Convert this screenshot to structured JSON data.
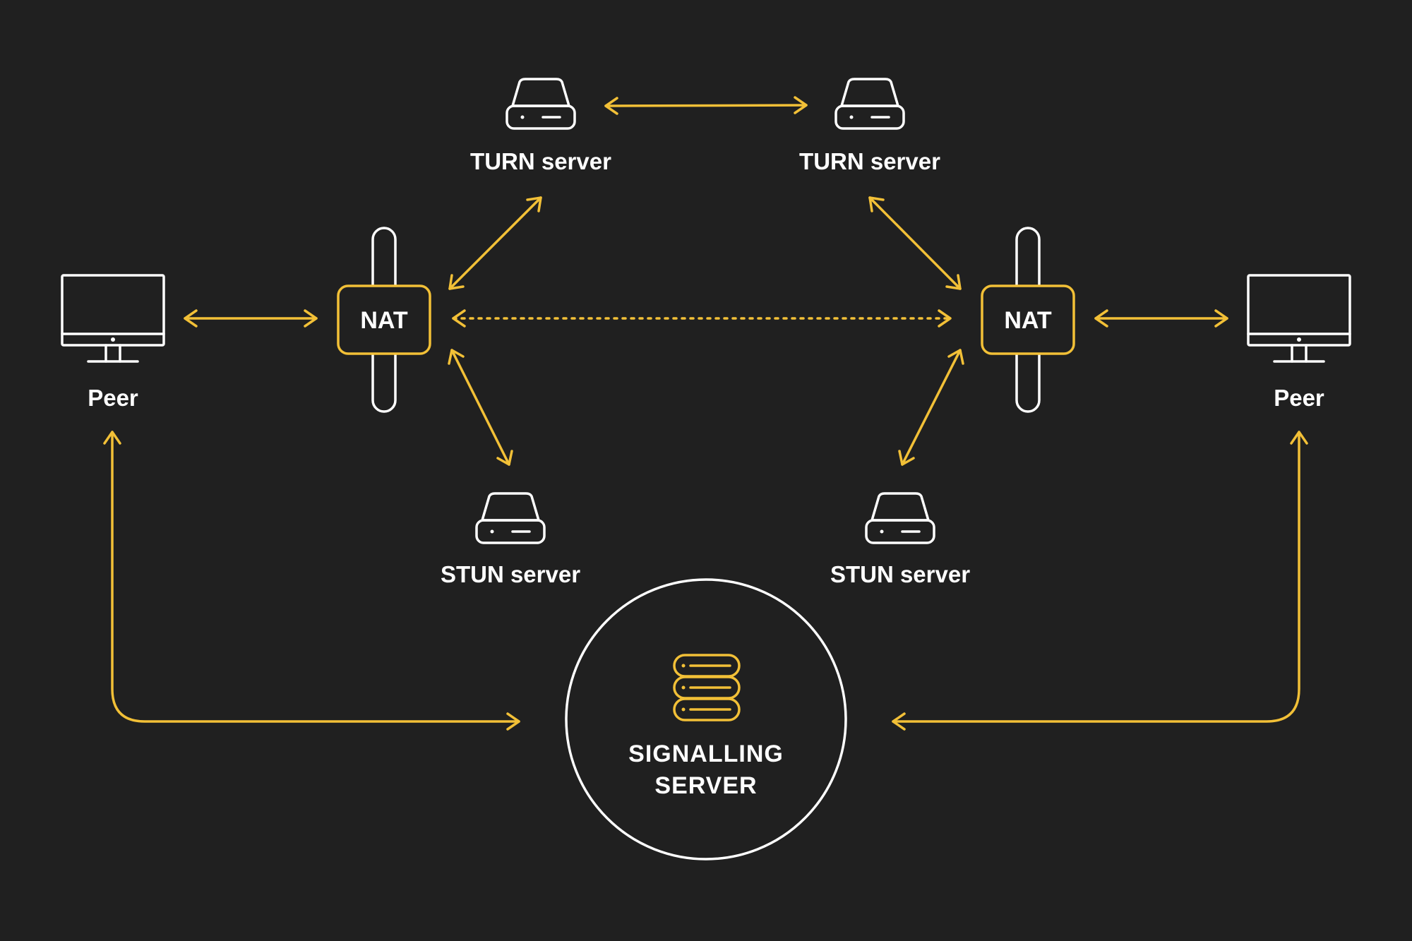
{
  "colors": {
    "background": "#202020",
    "accent": "#f2c037",
    "line": "#ffffff"
  },
  "nodes": {
    "turn_left": {
      "label": "TURN server",
      "icon": "server-drive-icon"
    },
    "turn_right": {
      "label": "TURN server",
      "icon": "server-drive-icon"
    },
    "stun_left": {
      "label": "STUN server",
      "icon": "server-drive-icon"
    },
    "stun_right": {
      "label": "STUN server",
      "icon": "server-drive-icon"
    },
    "nat_left": {
      "label": "NAT",
      "icon": "nat-firewall-icon"
    },
    "nat_right": {
      "label": "NAT",
      "icon": "nat-firewall-icon"
    },
    "peer_left": {
      "label": "Peer",
      "icon": "monitor-icon"
    },
    "peer_right": {
      "label": "Peer",
      "icon": "monitor-icon"
    },
    "signalling": {
      "label_line1": "SIGNALLING",
      "label_line2": "SERVER",
      "icon": "server-stack-icon"
    }
  },
  "edges": [
    {
      "from": "turn_left",
      "to": "turn_right",
      "style": "solid",
      "arrows": "both"
    },
    {
      "from": "peer_left",
      "to": "nat_left",
      "style": "solid",
      "arrows": "both"
    },
    {
      "from": "nat_left",
      "to": "turn_left",
      "style": "solid",
      "arrows": "both"
    },
    {
      "from": "nat_left",
      "to": "stun_left",
      "style": "solid",
      "arrows": "both"
    },
    {
      "from": "nat_left",
      "to": "nat_right",
      "style": "dotted",
      "arrows": "both"
    },
    {
      "from": "turn_right",
      "to": "nat_right",
      "style": "solid",
      "arrows": "both"
    },
    {
      "from": "nat_right",
      "to": "stun_right",
      "style": "solid",
      "arrows": "both"
    },
    {
      "from": "nat_right",
      "to": "peer_right",
      "style": "solid",
      "arrows": "both"
    },
    {
      "from": "peer_left",
      "to": "signalling",
      "style": "solid",
      "arrows": "both"
    },
    {
      "from": "signalling",
      "to": "peer_right",
      "style": "solid",
      "arrows": "both"
    }
  ]
}
